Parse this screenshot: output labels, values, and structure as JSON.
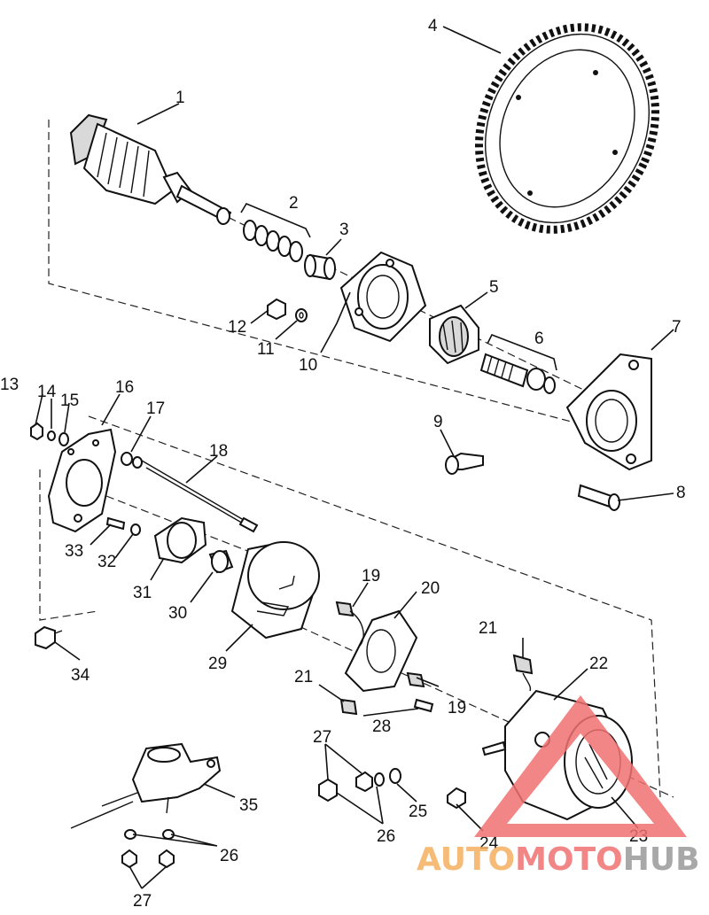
{
  "callouts": [
    "1",
    "2",
    "3",
    "4",
    "5",
    "6",
    "7",
    "8",
    "9",
    "10",
    "11",
    "12",
    "13",
    "14",
    "15",
    "16",
    "17",
    "18",
    "19",
    "19",
    "20",
    "21",
    "21",
    "22",
    "23",
    "24",
    "25",
    "26",
    "26",
    "27",
    "27",
    "28",
    "29",
    "30",
    "31",
    "32",
    "33",
    "34",
    "35"
  ],
  "watermark": {
    "left": "AUTO",
    "middle": "MOTO",
    "right": "HUB",
    "accent_color": "#f07070",
    "orange_color": "#f5b060",
    "gray_color": "#9a9a9a"
  },
  "colors": {
    "line": "#111111",
    "background": "#ffffff"
  }
}
